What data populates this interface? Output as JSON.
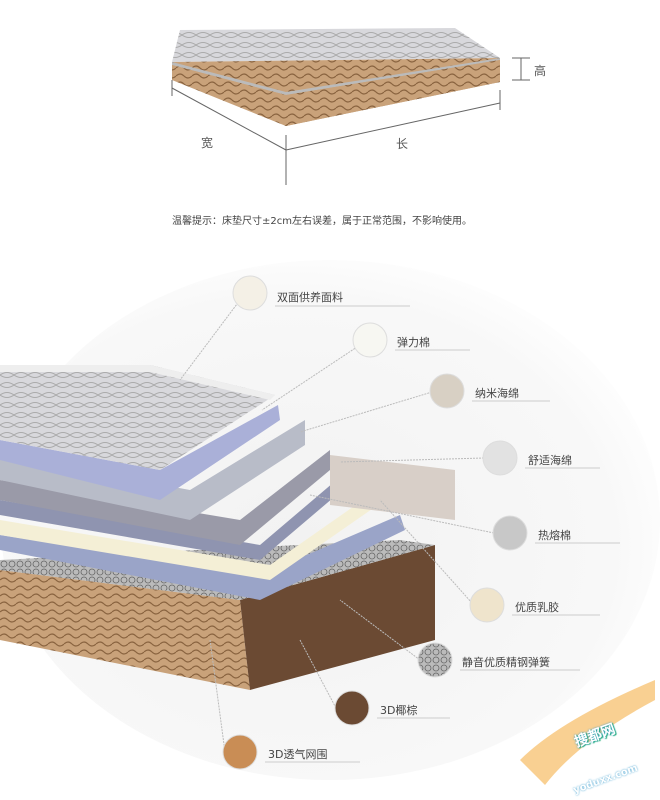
{
  "dimensions": {
    "height_label": "高",
    "width_label": "宽",
    "length_label": "长"
  },
  "note": "温馨提示：床垫尺寸±2cm左右误差，属于正常范围，不影响使用。",
  "layers": [
    {
      "label": "双面供养面料"
    },
    {
      "label": "弹力棉"
    },
    {
      "label": "纳米海绵"
    },
    {
      "label": "舒适海绵"
    },
    {
      "label": "热熔棉"
    },
    {
      "label": "优质乳胶"
    },
    {
      "label": "静音优质精钢弹簧"
    },
    {
      "label": "3D椰棕"
    },
    {
      "label": "3D透气网围"
    }
  ],
  "watermark": {
    "name": "搜都网",
    "url": "yoduxx.com"
  }
}
